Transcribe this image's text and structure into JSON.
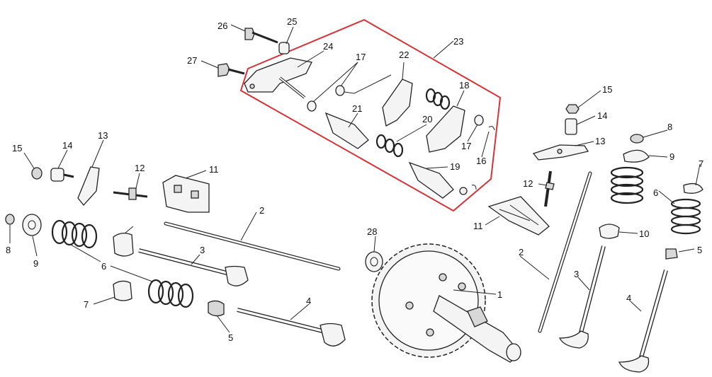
{
  "callouts": [
    "26",
    "25",
    "24",
    "27",
    "17",
    "22",
    "23",
    "18",
    "21",
    "20",
    "17",
    "16",
    "19",
    "15",
    "14",
    "13",
    "15",
    "14",
    "13",
    "8",
    "9",
    "7",
    "12",
    "11",
    "12",
    "2",
    "6",
    "10",
    "11",
    "28",
    "5",
    "8",
    "9",
    "6",
    "3",
    "2",
    "7",
    "5",
    "4",
    "3",
    "1",
    "4"
  ],
  "highlight_color": "#d4333a"
}
